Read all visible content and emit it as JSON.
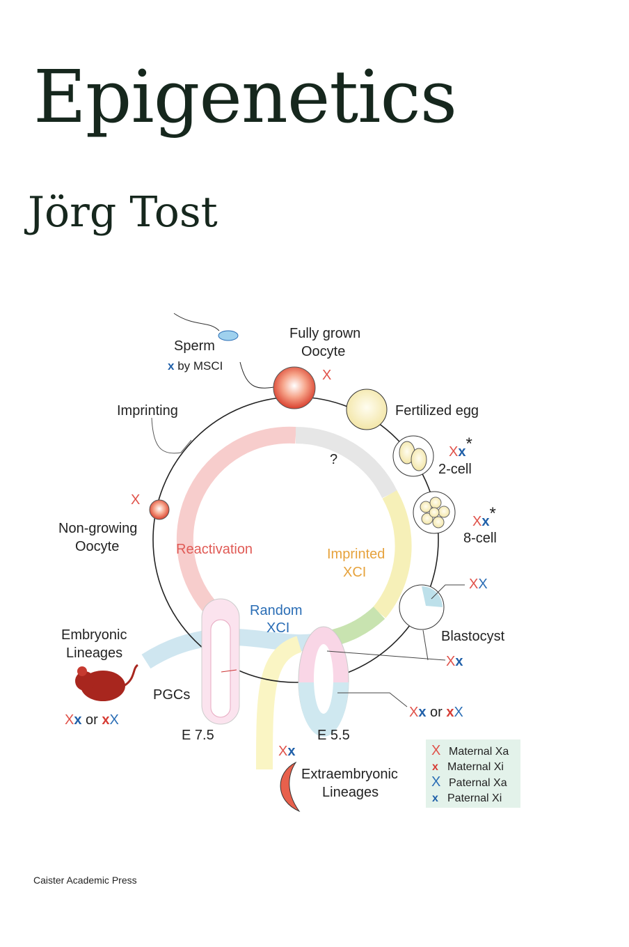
{
  "cover": {
    "title": "Epigenetics",
    "author": "Jörg Tost",
    "publisher": "Caister Academic Press"
  },
  "diagram": {
    "sperm": "Sperm",
    "sperm_x": "x",
    "msci": " by MSCI",
    "oocyte1": "Fully grown",
    "oocyte2": "Oocyte",
    "oocyte_x": "X",
    "fertilized": "Fertilized egg",
    "cell2": "2-cell",
    "cell8": "8-cell",
    "X": "X",
    "x": "x",
    "star": "*",
    "imprinting": "Imprinting",
    "nongrowing1": "Non-growing",
    "nongrowing2": "Oocyte",
    "question": "?",
    "reactivation": "Reactivation",
    "imprinted1": "Imprinted",
    "imprinted2": "XCI",
    "random1": "Random",
    "random2": "XCI",
    "blastocyst": "Blastocyst",
    "embryonic1": "Embryonic",
    "embryonic2": "Lineages",
    "or": " or ",
    "pgcs": "PGCs",
    "e75": "E 7.5",
    "e55": "E 5.5",
    "extra1": "Extraembryonic",
    "extra2": "Lineages"
  },
  "legend": [
    {
      "mark": "X",
      "label": "Maternal Xa"
    },
    {
      "mark": "x",
      "label": "Maternal Xi"
    },
    {
      "mark": "X",
      "label": "Paternal Xa"
    },
    {
      "mark": "x",
      "label": "Paternal Xi"
    }
  ],
  "colors": {
    "maternal": "#e0524a",
    "paternal": "#2a6db5",
    "title": "#16271d"
  }
}
